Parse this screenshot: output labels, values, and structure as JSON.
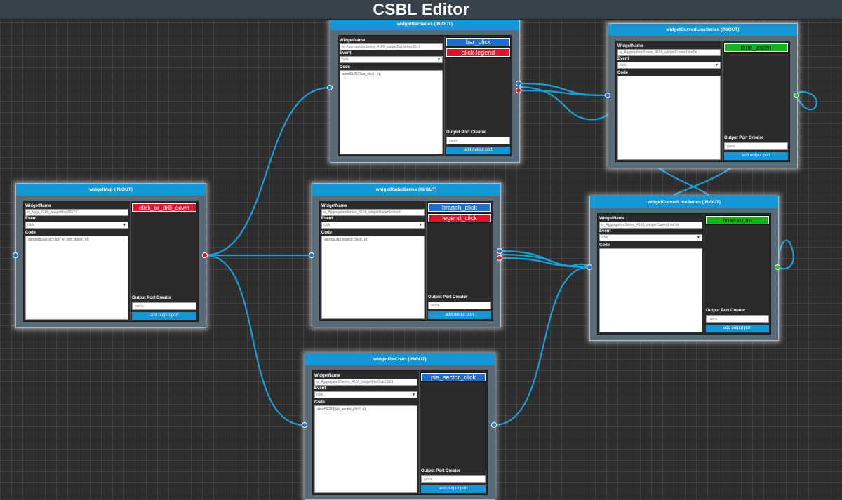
{
  "app": {
    "title": "CSBL Editor"
  },
  "labels": {
    "widget_name": "WidgetName",
    "event": "Event",
    "code": "Code",
    "output_port_creator": "Output Port Creator",
    "name_placeholder": "name",
    "add_output_port": "add output port"
  },
  "colors": {
    "wire": "#1a9fd8",
    "header": "#1596d6",
    "port_blue": "#1a78d4",
    "port_red": "#d8182a",
    "port_green": "#1fc21f"
  },
  "nodes": [
    {
      "title": "widgetMap (IN/OUT)",
      "widget_name": "w_Map_4165_widgetMap39174",
      "event": "click",
      "code": "sendMapSURI('click_or_drill_down', e);",
      "output_ports": [
        {
          "label": "click_or_drill_down",
          "color": "red"
        }
      ]
    },
    {
      "title": "widgetBarSeries (IN/OUT)",
      "widget_name": "w_AggregationSeries_4165_widgetBarSeries3917",
      "event": "click",
      "code": "sendSURI('bar_click', e);",
      "output_ports": [
        {
          "label": "bar_click",
          "color": "blue"
        },
        {
          "label": "click-legend",
          "color": "red"
        }
      ]
    },
    {
      "title": "widgetRadarSeries (IN/OUT)",
      "widget_name": "w_AggregationSeries_4165_widgetRadarSeries8",
      "event": "click",
      "code": "sendSURI('branch_click', e);",
      "output_ports": [
        {
          "label": "branch_click",
          "color": "blue"
        },
        {
          "label": "legend_click",
          "color": "red"
        }
      ]
    },
    {
      "title": "widgetPieChart (IN/OUT)",
      "widget_name": "w_AggregationSeries_4165_widgetPieChart3929",
      "event": "click",
      "code": "sendSURI('pie_sector_click', e);",
      "output_ports": [
        {
          "label": "pie_sector_click",
          "color": "blue"
        }
      ]
    },
    {
      "title": "widgetCurvedLineSeries (IN/OUT)",
      "widget_name": "w_AggregationSeries_4165_widgetCurvedLineSe",
      "event": "click",
      "code": "",
      "output_ports": [
        {
          "label": "time_zoom",
          "color": "green"
        }
      ]
    },
    {
      "title": "widgetCurvedLineSeries (IN/OUT)",
      "widget_name": "w_AggregationSeries_4165_widgetCurvedLineSe",
      "event": "click",
      "code": "",
      "output_ports": [
        {
          "label": "time-zoom",
          "color": "green"
        }
      ]
    }
  ]
}
